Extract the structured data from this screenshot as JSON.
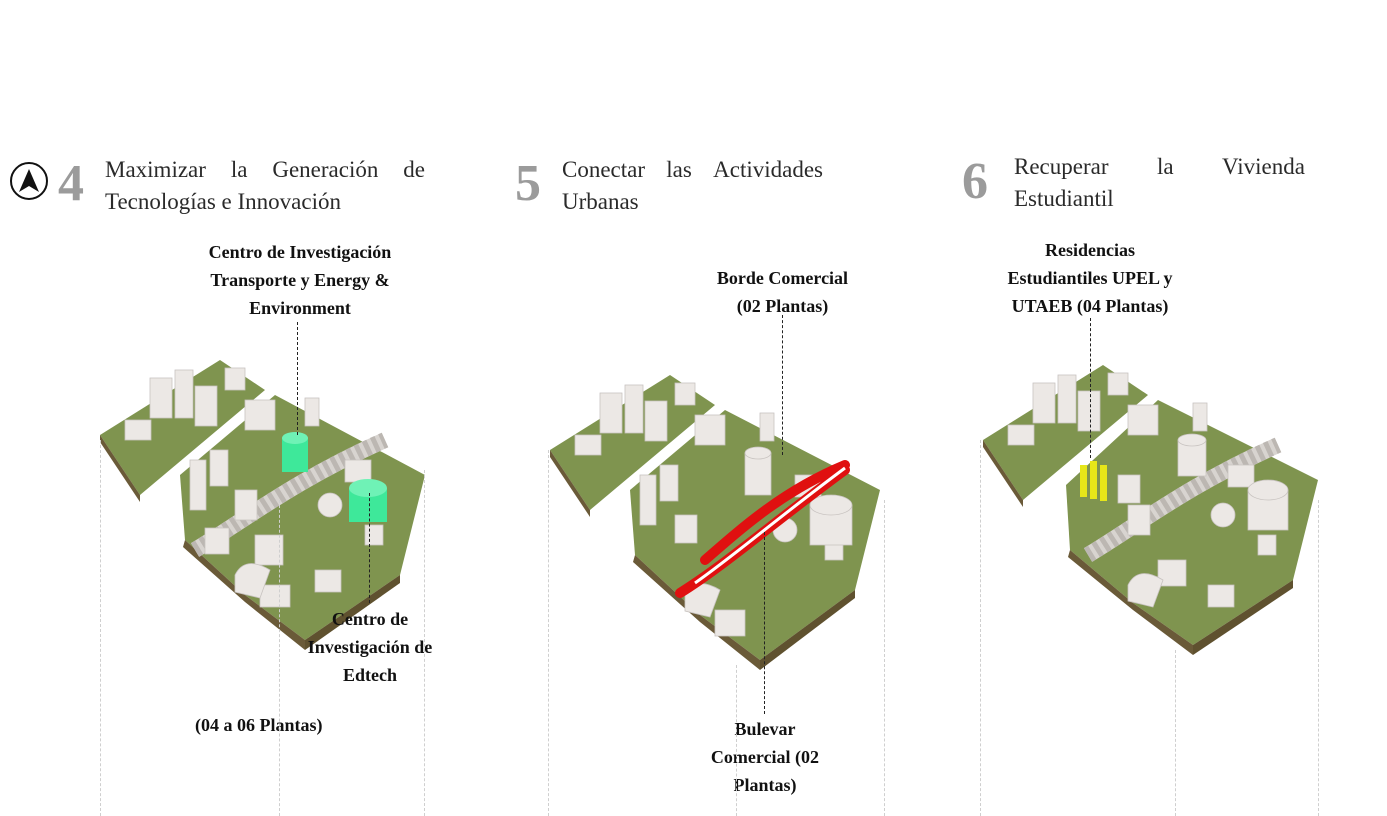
{
  "icons": {
    "north": "north-arrow-icon"
  },
  "panels": [
    {
      "number": "4",
      "title_line1_words": [
        "Maximizar",
        "la",
        "Generación",
        "de"
      ],
      "title_line2": "Tecnologías e Innovación",
      "label_top": [
        "Centro de Investigación",
        "Transporte y Energy &",
        "Environment"
      ],
      "label_bottom": [
        "Centro de",
        "Investigación de",
        "Edtech"
      ],
      "label_floors": "(04 a 06 Plantas)",
      "highlight_color": "#3ee89a"
    },
    {
      "number": "5",
      "title_line1_words": [
        "Conectar",
        "las",
        "Actividades"
      ],
      "title_line2": "Urbanas",
      "label_top": [
        "Borde Comercial",
        "(02 Plantas)"
      ],
      "label_bottom": [
        "Bulevar",
        "Comercial (02",
        "Plantas)"
      ],
      "highlight_color": "#e01010"
    },
    {
      "number": "6",
      "title_line1_words": [
        "Recuperar",
        "la",
        "Vivienda"
      ],
      "title_line2": "Estudiantil",
      "label_top": [
        "Residencias",
        "Estudiantiles UPEL y",
        "UTAEB (04 Plantas)"
      ],
      "highlight_color": "#e6e619"
    }
  ]
}
